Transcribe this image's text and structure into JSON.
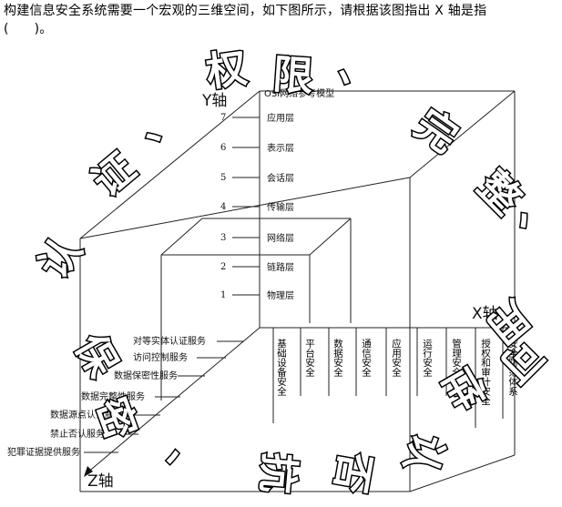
{
  "question": {
    "line1": "构建信息安全系统需要一个宏观的三维空间，如下图所示，请根据该图指出 X 轴是指",
    "line2": "(      )。"
  },
  "axes": {
    "y": "Y轴",
    "x": "X轴",
    "z": "Z轴"
  },
  "osi_title": "OSI网络参考模型",
  "osi_layers": [
    {
      "num": "7",
      "name": "应用层"
    },
    {
      "num": "6",
      "name": "表示层"
    },
    {
      "num": "5",
      "name": "会话层"
    },
    {
      "num": "4",
      "name": "传输层"
    },
    {
      "num": "3",
      "name": "网络层"
    },
    {
      "num": "2",
      "name": "链路层"
    },
    {
      "num": "1",
      "name": "物理层"
    }
  ],
  "security_services": [
    "对等实体认证服务",
    "访问控制服务",
    "数据保密性服务",
    "数据完整性服务",
    "数据源点认证服务",
    "禁止否认服务",
    "犯罪证据提供服务"
  ],
  "x_columns": [
    "基础设备安全",
    "平台安全",
    "数据安全",
    "通信安全",
    "应用安全",
    "运行安全",
    "管理安全",
    "授权和审计安全",
    "安全防范体系"
  ],
  "stamp_words": [
    "权",
    "限",
    "、",
    "完",
    "整",
    "、",
    "认",
    "证",
    "、",
    "保",
    "密",
    "、",
    "抗",
    "否",
    "认",
    "、",
    "可",
    "用",
    "性"
  ]
}
